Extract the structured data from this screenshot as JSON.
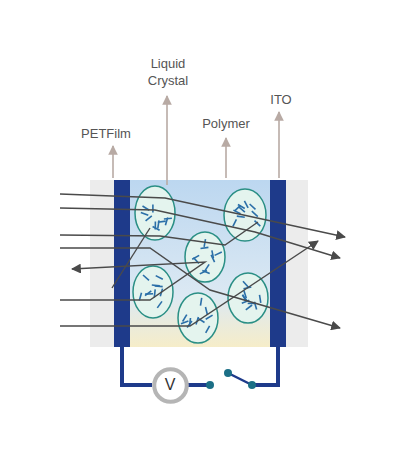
{
  "diagram": {
    "nodes": [
      {
        "text": [
          "V"
        ]
      }
    ],
    "labels": [
      "PETFilm",
      "Liquid Crystal",
      "Polymer",
      "ITO"
    ]
  }
}
